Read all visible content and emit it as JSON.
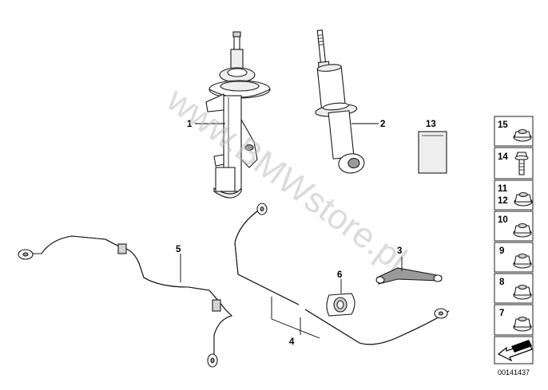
{
  "watermark": "www.BMWstore.pl",
  "callouts": {
    "strut": "1",
    "shock_absorber": "2",
    "drop_link": "3",
    "rear_stabilizer": "4",
    "front_stabilizer": "5",
    "bushing": "6",
    "label_card": "13"
  },
  "fasteners": [
    {
      "label": "15",
      "item": "flange-nut"
    },
    {
      "label": "14",
      "item": "bolt"
    },
    {
      "label": "11",
      "label2": "12",
      "item": "flange-nut"
    },
    {
      "label": "10",
      "item": "flange-nut"
    },
    {
      "label": "9",
      "item": "flange-nut"
    },
    {
      "label": "8",
      "item": "flange-nut"
    },
    {
      "label": "7",
      "item": "flange-nut"
    }
  ],
  "catalog_number": "00141437"
}
